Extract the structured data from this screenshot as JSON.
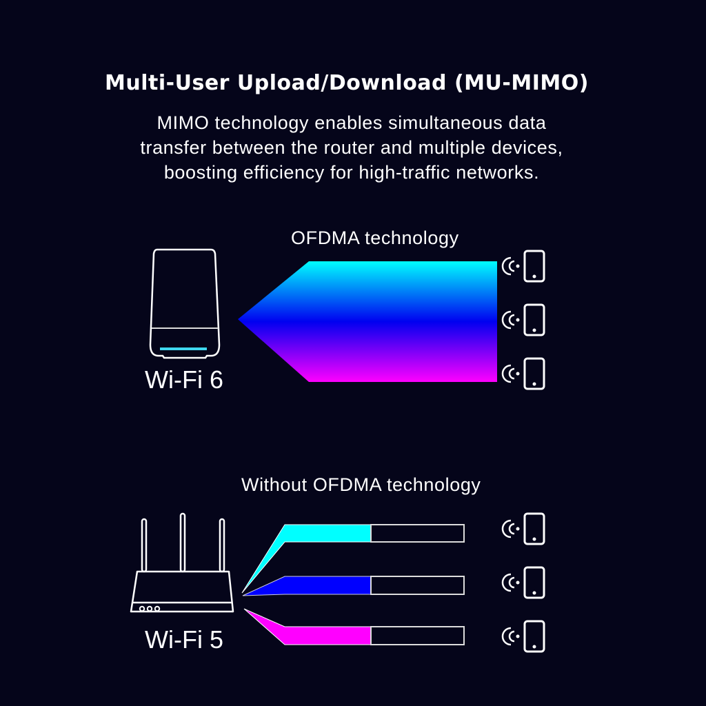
{
  "header": {
    "title": "Multi-User Upload/Download (MU-MIMO)",
    "description_lines": [
      "MIMO technology enables simultaneous data",
      "transfer between the router and multiple devices,",
      "boosting efficiency for high-traffic networks."
    ]
  },
  "wifi6_section": {
    "caption": "OFDMA technology",
    "router_label": "Wi-Fi 6",
    "router_icon": "mesh-router-icon",
    "beam_gradient": [
      "#00ffff",
      "#0000ff",
      "#ff00ff"
    ],
    "devices": [
      {
        "icon": "smartphone-icon",
        "signal_icon": "wifi-signal-icon"
      },
      {
        "icon": "smartphone-icon",
        "signal_icon": "wifi-signal-icon"
      },
      {
        "icon": "smartphone-icon",
        "signal_icon": "wifi-signal-icon"
      }
    ]
  },
  "wifi5_section": {
    "caption": "Without OFDMA technology",
    "router_label": "Wi-Fi 5",
    "router_icon": "antenna-router-icon",
    "streams": [
      {
        "color": "#00ffff",
        "fill_percent": 48
      },
      {
        "color": "#0000ff",
        "fill_percent": 48
      },
      {
        "color": "#ff00ff",
        "fill_percent": 48
      }
    ],
    "devices": [
      {
        "icon": "smartphone-icon",
        "signal_icon": "wifi-signal-icon"
      },
      {
        "icon": "smartphone-icon",
        "signal_icon": "wifi-signal-icon"
      },
      {
        "icon": "smartphone-icon",
        "signal_icon": "wifi-signal-icon"
      }
    ]
  }
}
